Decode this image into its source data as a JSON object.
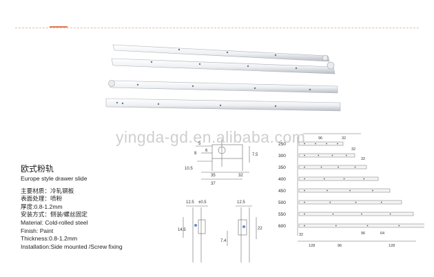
{
  "watermark": "yingda-gd.en.alibaba.com",
  "spec": {
    "title_cn": "欧式粉轨",
    "title_en": "Europe style drawer slide",
    "material_cn": "主要材质：冷轧钢板",
    "finish_cn": "表面处理：喷粉",
    "thickness_cn": "厚度:0.8-1.2mm",
    "install_cn": "安装方式：侧装/螺丝固定",
    "material_en": "Material:  Cold-rolled steel",
    "finish_en": "Finish:  Paint",
    "thickness_en": "Thickness:0.8-1.2mm",
    "install_en": "Installation:Side mounted /Screw fixing"
  },
  "diagram1": {
    "dims": [
      "5",
      "8",
      "6",
      "10.5",
      "7.5",
      "35",
      "37",
      "32"
    ]
  },
  "diagram2": {
    "dims": [
      "12.5",
      "±0.5",
      "12.5",
      "14.5",
      "7.4",
      "22"
    ]
  },
  "lengths": {
    "rows": [
      "250",
      "300",
      "350",
      "400",
      "450",
      "500",
      "550",
      "600"
    ],
    "top_dims": [
      "96",
      "32",
      "32",
      "32"
    ],
    "bottom_dims": [
      "32",
      "128",
      "96",
      "96",
      "64",
      "128"
    ]
  }
}
